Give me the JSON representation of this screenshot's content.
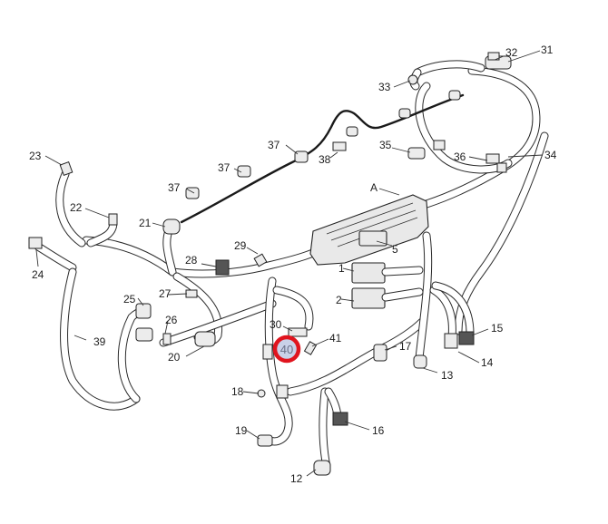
{
  "diagram": {
    "title": "Wiring harness exploded view",
    "highlighted_callout": "40",
    "highlight_color": "#e0141e",
    "callouts": {
      "c1": "1",
      "c2": "2",
      "c5": "5",
      "cA": "A",
      "c12": "12",
      "c13": "13",
      "c14": "14",
      "c15": "15",
      "c16": "16",
      "c17": "17",
      "c18": "18",
      "c19": "19",
      "c20": "20",
      "c21": "21",
      "c22": "22",
      "c23": "23",
      "c24": "24",
      "c25": "25",
      "c26": "26",
      "c27": "27",
      "c28": "28",
      "c29": "29",
      "c30": "30",
      "c31": "31",
      "c32": "32",
      "c33": "33",
      "c34": "34",
      "c35": "35",
      "c36": "36",
      "c37a": "37",
      "c37b": "37",
      "c37c": "37",
      "c38": "38",
      "c39": "39",
      "c40": "40",
      "c41": "41"
    }
  }
}
